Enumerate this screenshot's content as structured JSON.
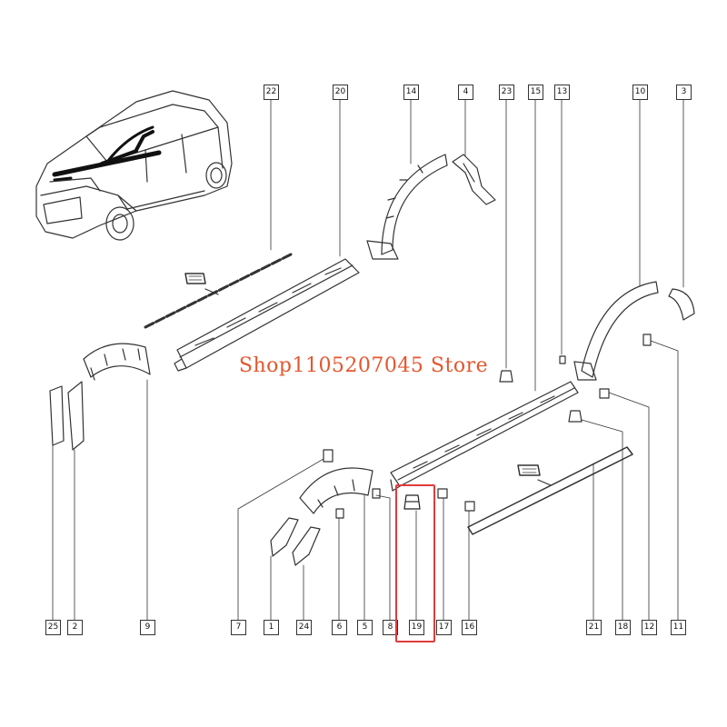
{
  "diagram": {
    "part_labels": {
      "p22": "22",
      "p20": "20",
      "p14": "14",
      "p4": "4",
      "p23": "23",
      "p15": "15",
      "p13": "13",
      "p10": "10",
      "p3": "3",
      "p25": "25",
      "p2": "2",
      "p9": "9",
      "p7": "7",
      "p1": "1",
      "p24": "24",
      "p6": "6",
      "p5": "5",
      "p8": "8",
      "p19": "19",
      "p17": "17",
      "p16": "16",
      "p21": "21",
      "p18": "18",
      "p12": "12",
      "p11": "11"
    },
    "highlighted_part": "19",
    "highlight_color": "#e23b3b",
    "watermark": "Shop1105207045 Store",
    "watermark_color": "#e4572e"
  }
}
